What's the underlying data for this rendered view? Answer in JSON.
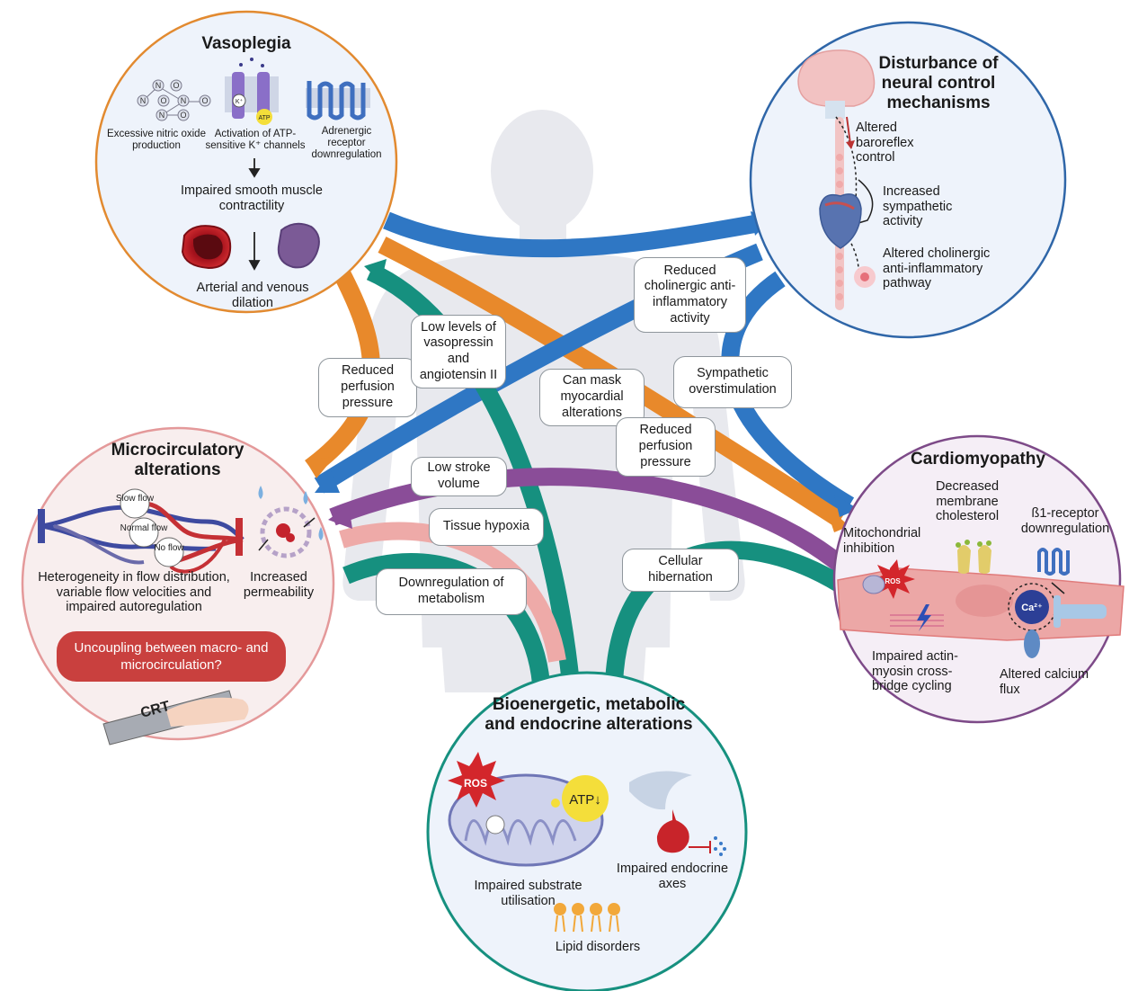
{
  "colors": {
    "orange": "#e8892b",
    "blue": "#2f77c4",
    "teal": "#16907f",
    "purple": "#8a4d98",
    "pink": "#eeaaa8",
    "body": "#e8e9ee"
  },
  "vasoplegia": {
    "title": "Vasoplegia",
    "nitric": "Excessive nitric oxide production",
    "katp": "Activation of ATP-sensitive K⁺ channels",
    "adrenergic": "Adrenergic receptor downregulation",
    "smooth": "Impaired smooth muscle contractility",
    "dilation": "Arterial and venous dilation",
    "no_glyph": "N",
    "o_glyph": "O",
    "k_glyph": "K⁺",
    "atp_glyph": "ATP"
  },
  "neural": {
    "title": "Disturbance of neural control mechanisms",
    "baroreflex": "Altered baroreflex control",
    "sympathetic": "Increased sympathetic activity",
    "cholinergic": "Altered cholinergic anti-inflammatory pathway"
  },
  "micro": {
    "title": "Microcirculatory alterations",
    "slow": "Slow flow",
    "normal": "Normal flow",
    "noflow": "No flow",
    "heterogeneity": "Heterogeneity in flow distribution, variable flow velocities  and impaired autoregulation",
    "permeability": "Increased permeability",
    "uncoupling": "Uncoupling between macro- and microcirculation?",
    "crt": "CRT"
  },
  "cardio": {
    "title": "Cardiomyopathy",
    "cholesterol": "Decreased membrane cholesterol",
    "mito": "Mitochondrial inhibition",
    "beta": "ß1-receptor downregulation",
    "actin": "Impaired actin-myosin cross-bridge cycling",
    "calcium": "Altered calcium flux",
    "ros": "ROS",
    "ca": "Ca²⁺"
  },
  "bio": {
    "title": "Bioenergetic, metabolic and endocrine alterations",
    "substrate": "Impaired substrate utilisation",
    "endocrine": "Impaired endocrine axes",
    "lipid": "Lipid disorders",
    "ros": "ROS",
    "atp": "ATP↓"
  },
  "connectors": {
    "reduced_perfusion_1": "Reduced perfusion pressure",
    "low_vaso": "Low levels of vasopressin and angiotensin II",
    "reduced_cholinergic": "Reduced cholinergic anti-inflammatory activity",
    "can_mask": "Can mask myocardial alterations",
    "sympathetic_over": "Sympathetic overstimulation",
    "reduced_perfusion_2": "Reduced perfusion pressure",
    "low_stroke": "Low stroke volume",
    "tissue_hypoxia": "Tissue hypoxia",
    "downregulation": "Downregulation of metabolism",
    "hibernation": "Cellular hibernation"
  }
}
